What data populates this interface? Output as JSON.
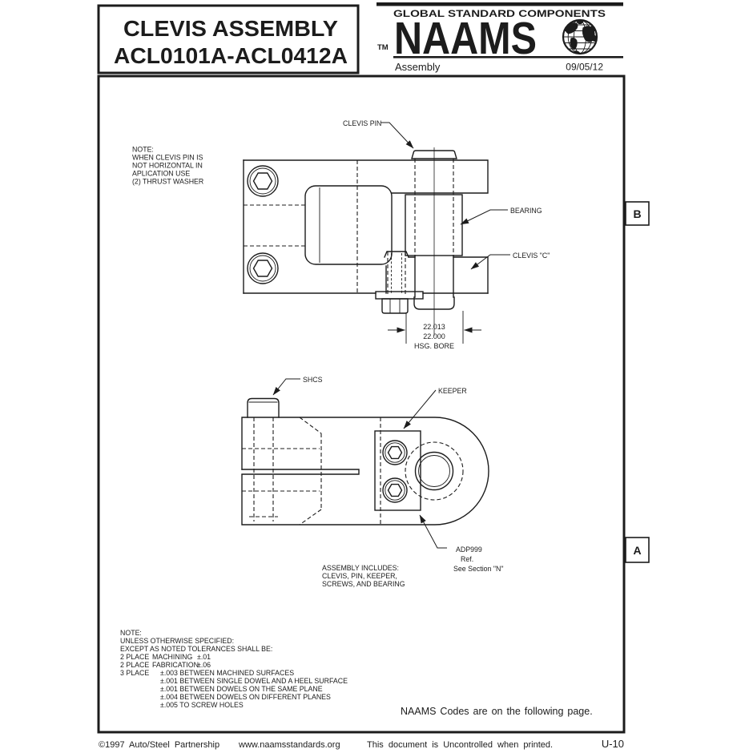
{
  "page": {
    "title": [
      "CLEVIS ASSEMBLY",
      "ACL0101A-ACL0412A"
    ],
    "brand": {
      "tagline": "GLOBAL STANDARD COMPONENTS",
      "tm": "TM",
      "name": "NAAMS",
      "category": "Assembly",
      "date": "09/05/12",
      "globe_icon": "globe-icon"
    },
    "section_markers": {
      "top": "B",
      "bottom": "A"
    }
  },
  "drawing": {
    "callouts": {
      "clevis_pin": "CLEVIS PIN",
      "bearing": "BEARING",
      "clevis_c": "CLEVIS \"C\"",
      "shcs": "SHCS",
      "keeper": "KEEPER"
    },
    "adp_note": [
      "ADP999",
      "Ref.",
      "See Section \"N\""
    ],
    "dimension": {
      "max": "22.013",
      "min": "22.000",
      "label": "HSG. BORE"
    },
    "pin_note": [
      "NOTE:",
      "WHEN CLEVIS PIN IS",
      "NOT HORIZONTAL IN",
      "APLICATION USE",
      "(2) THRUST WASHER"
    ],
    "assembly_note": [
      "ASSEMBLY INCLUDES:",
      "CLEVIS, PIN, KEEPER,",
      "SCREWS, AND BEARING"
    ],
    "tolerance_note": {
      "intro": [
        "NOTE:",
        "UNLESS OTHERWISE SPECIFIED:",
        "EXCEPT AS NOTED TOLERANCES SHALL BE:"
      ],
      "two_place": [
        {
          "place": "2 PLACE",
          "type": "MACHINING",
          "tol": "±.01"
        },
        {
          "place": "2 PLACE",
          "type": "FABRICATION",
          "tol": "±.06"
        }
      ],
      "three_place_label": "3 PLACE",
      "three_place": [
        "±.003 BETWEEN MACHINED SURFACES",
        "±.001 BETWEEN SINGLE DOWEL AND A HEEL SURFACE",
        "±.001 BETWEEN DOWELS ON THE SAME PLANE",
        "±.004 BETWEEN DOWELS ON DIFFERENT PLANES",
        "±.005 TO SCREW HOLES"
      ]
    },
    "codes_note": "NAAMS Codes are on the following page."
  },
  "footer": {
    "copyright": "©1997 Auto/Steel Partnership",
    "website": "www.naamsstandards.org",
    "disclaimer": "This document is Uncontrolled when printed.",
    "page_code": "U-10"
  },
  "colors": {
    "ink": "#1c1c1c",
    "paper": "#ffffff"
  }
}
